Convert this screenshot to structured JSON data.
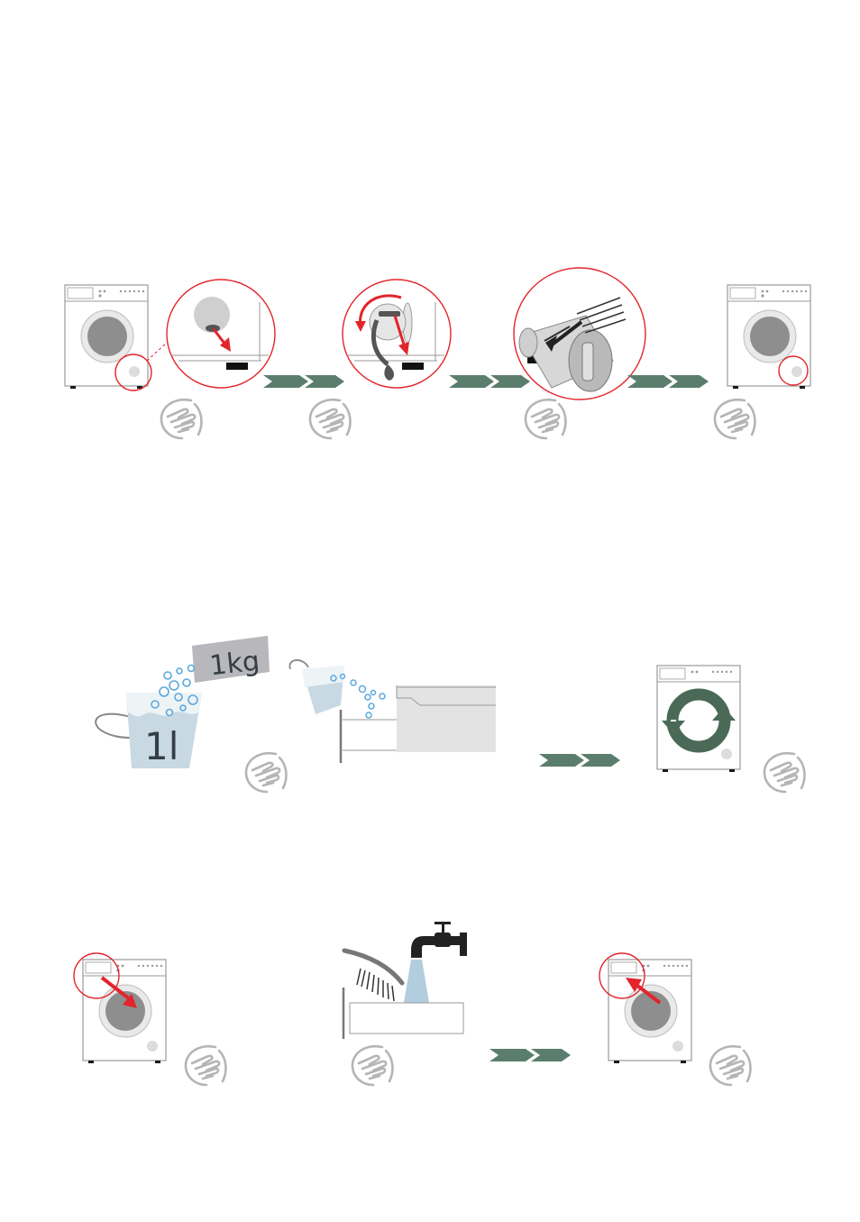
{
  "colors": {
    "accent_red": "#e3242b",
    "arrow_green": "#5b7d6d",
    "machine_outline": "#9a9a9a",
    "drum_grey": "#8e8e8e",
    "hand_icon_grey": "#b5b5b5",
    "water_blue": "#a9c8da",
    "bubble_blue": "#5aa9dd"
  },
  "icons": [
    "washing-machine",
    "magnifier-circle",
    "hand-icon",
    "double-arrow",
    "drain-hose",
    "pump-filter",
    "brush",
    "tap",
    "bucket",
    "detergent-box",
    "detergent-drawer",
    "cycle-arrows"
  ],
  "section_two": {
    "bucket_label": "1l",
    "detergent_label": "1kg"
  }
}
